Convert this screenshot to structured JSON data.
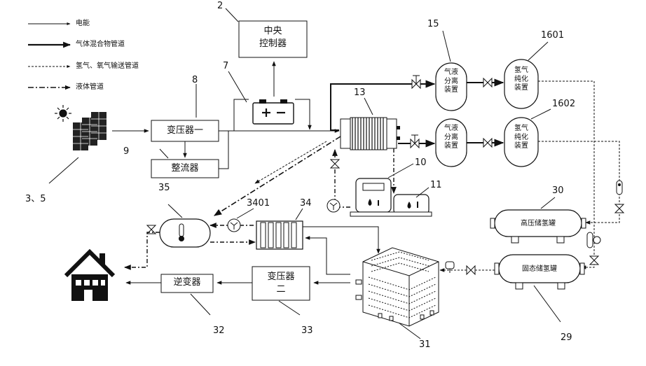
{
  "legend": {
    "electric": "电能",
    "gas_mixture": "气体混合物管道",
    "hydrogen_oxygen": "氢气、氧气输送管道",
    "liquid": "液体管道"
  },
  "components": {
    "central_controller": "中央\n控制器",
    "transformer_one": "变压器一",
    "rectifier": "整流器",
    "separator_1": "气液\n分离\n装置",
    "separator_2": "气液\n分离\n装置",
    "purifier_1": "氢气\n纯化\n装置",
    "purifier_2": "氢气\n纯化\n装置",
    "high_pressure_tank": "高压储氢罐",
    "solid_tank": "固态储氢罐",
    "inverter": "逆变器",
    "transformer_two": "变压器\n二"
  },
  "numbers": {
    "n2": "2",
    "n7": "7",
    "n8": "8",
    "n9": "9",
    "n3_5": "3、5",
    "n13": "13",
    "n15": "15",
    "n1601": "1601",
    "n1602": "1602",
    "n10": "10",
    "n11": "11",
    "n35": "35",
    "n3401": "3401",
    "n34": "34",
    "n30": "30",
    "n31": "31",
    "n29": "29",
    "n32": "32",
    "n33": "33"
  }
}
